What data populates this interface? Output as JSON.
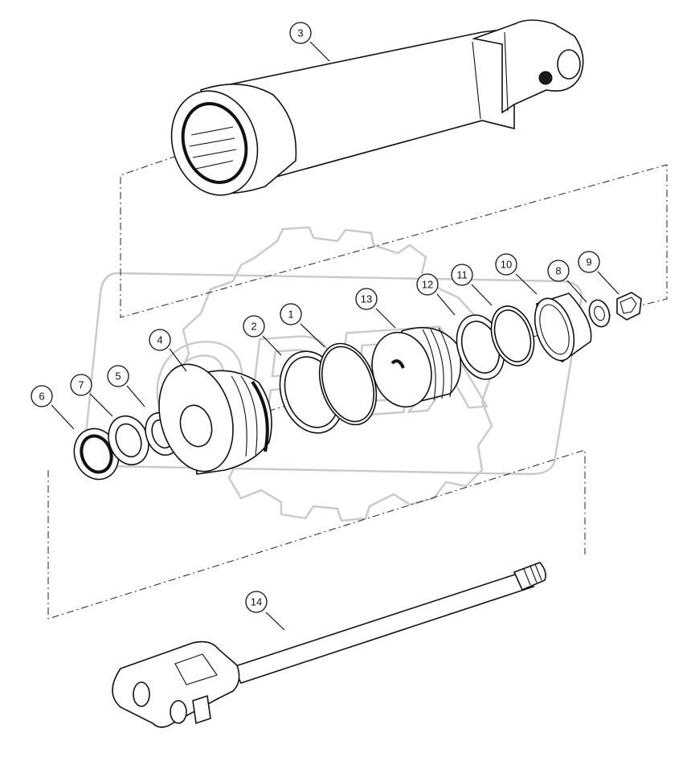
{
  "callouts": [
    {
      "id": "callout-1",
      "label": "1"
    },
    {
      "id": "callout-2",
      "label": "2"
    },
    {
      "id": "callout-3",
      "label": "3"
    },
    {
      "id": "callout-4",
      "label": "4"
    },
    {
      "id": "callout-5",
      "label": "5"
    },
    {
      "id": "callout-6",
      "label": "6"
    },
    {
      "id": "callout-7",
      "label": "7"
    },
    {
      "id": "callout-8",
      "label": "8"
    },
    {
      "id": "callout-9",
      "label": "9"
    },
    {
      "id": "callout-10",
      "label": "10"
    },
    {
      "id": "callout-11",
      "label": "11"
    },
    {
      "id": "callout-12",
      "label": "12"
    },
    {
      "id": "callout-13",
      "label": "13"
    },
    {
      "id": "callout-14",
      "label": "14"
    }
  ],
  "watermark": {
    "text": "OREX"
  }
}
